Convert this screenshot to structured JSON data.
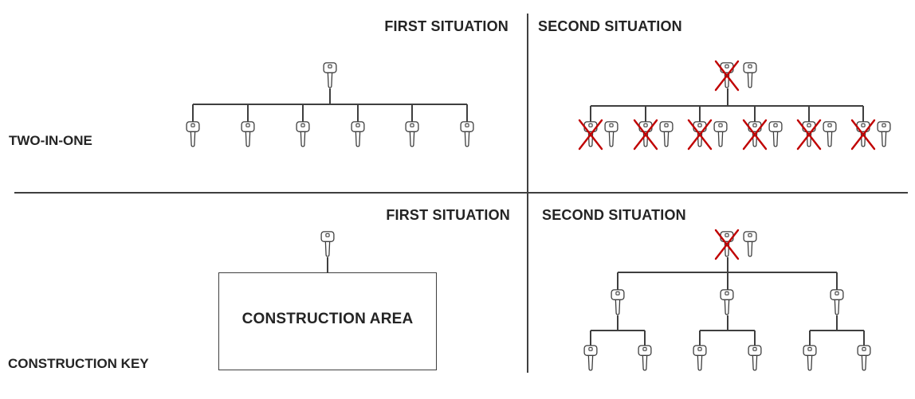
{
  "colors": {
    "background": "#ffffff",
    "line": "#3f3f3f",
    "text": "#242424",
    "cross": "#c00000",
    "key_fill": "#ffffff"
  },
  "rows": [
    {
      "row_label": "TWO-IN-ONE",
      "panels": [
        {
          "situation_label": "FIRST SITUATION",
          "tree": {
            "type": "fan",
            "master": [
              "plain"
            ],
            "children": [
              [
                "plain"
              ],
              [
                "plain"
              ],
              [
                "plain"
              ],
              [
                "plain"
              ],
              [
                "plain"
              ],
              [
                "plain"
              ]
            ]
          }
        },
        {
          "situation_label": "SECOND SITUATION",
          "tree": {
            "type": "fan",
            "master": [
              "crossed",
              "plain"
            ],
            "children": [
              [
                "crossed",
                "plain"
              ],
              [
                "crossed",
                "plain"
              ],
              [
                "crossed",
                "plain"
              ],
              [
                "crossed",
                "plain"
              ],
              [
                "crossed",
                "plain"
              ],
              [
                "crossed",
                "plain"
              ]
            ]
          }
        }
      ]
    },
    {
      "row_label": "CONSTRUCTION KEY",
      "panels": [
        {
          "situation_label": "FIRST SITUATION",
          "tree": {
            "type": "box",
            "master": [
              "plain"
            ],
            "box_label": "CONSTRUCTION AREA"
          }
        },
        {
          "situation_label": "SECOND SITUATION",
          "tree": {
            "type": "two-level",
            "master": [
              "crossed",
              "plain"
            ],
            "branches": [
              {
                "key": "plain",
                "leaves": [
                  "plain",
                  "plain"
                ]
              },
              {
                "key": "plain",
                "leaves": [
                  "plain",
                  "plain"
                ]
              },
              {
                "key": "plain",
                "leaves": [
                  "plain",
                  "plain"
                ]
              }
            ]
          }
        }
      ]
    }
  ]
}
